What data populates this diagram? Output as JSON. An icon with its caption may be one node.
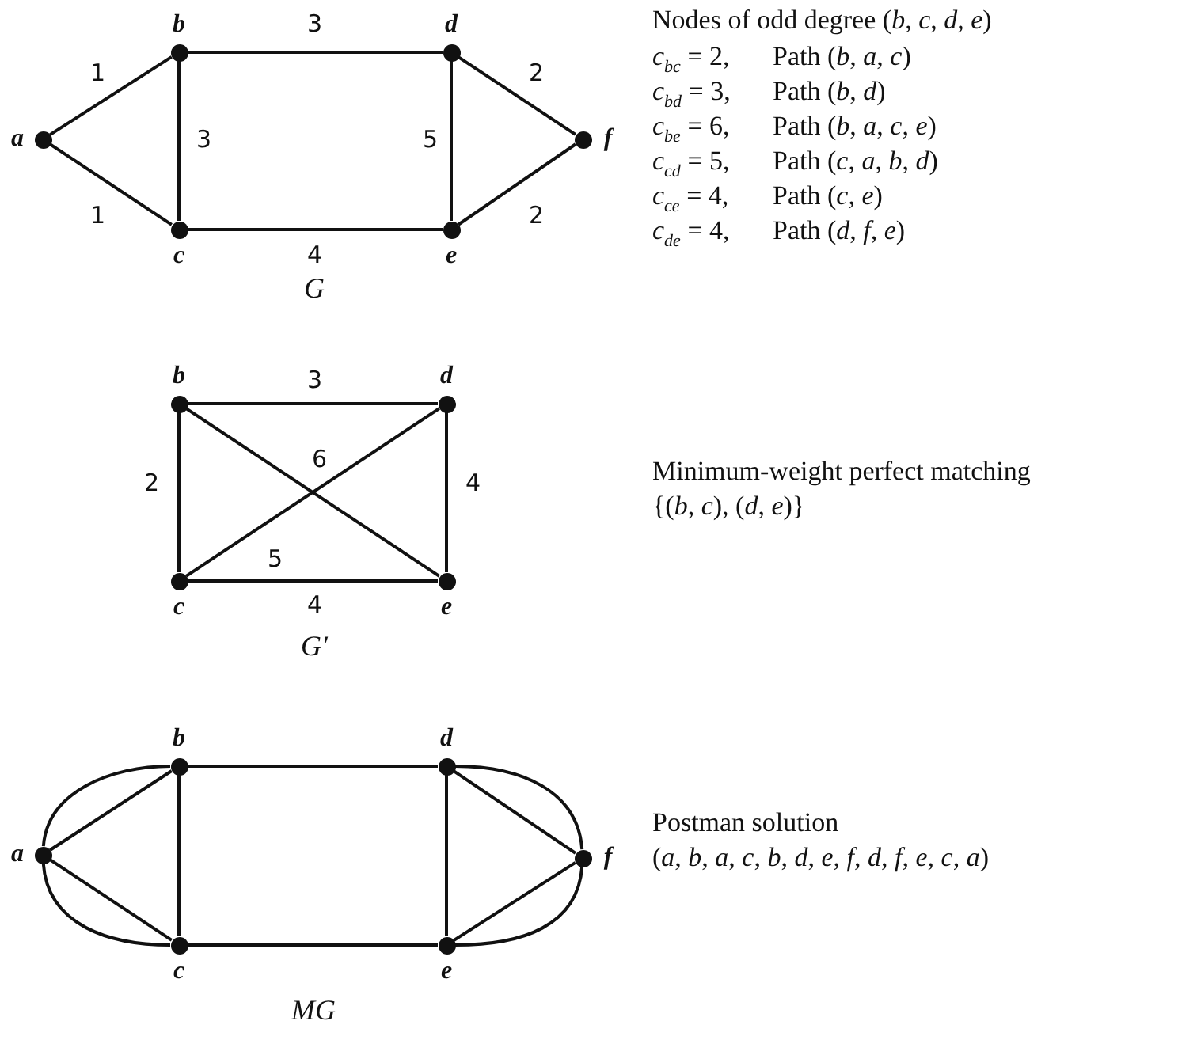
{
  "diagram": {
    "nodes": [
      {
        "text": [
          "a"
        ]
      },
      {
        "text": [
          "b"
        ]
      },
      {
        "text": [
          "c"
        ]
      },
      {
        "text": [
          "d"
        ]
      },
      {
        "text": [
          "e"
        ]
      },
      {
        "text": [
          "f"
        ]
      },
      {
        "text": [
          "b"
        ]
      },
      {
        "text": [
          "c"
        ]
      },
      {
        "text": [
          "d"
        ]
      },
      {
        "text": [
          "e"
        ]
      },
      {
        "text": [
          "a"
        ]
      },
      {
        "text": [
          "b"
        ]
      },
      {
        "text": [
          "c"
        ]
      },
      {
        "text": [
          "d"
        ]
      },
      {
        "text": [
          "e"
        ]
      },
      {
        "text": [
          "f"
        ]
      }
    ],
    "edges": [
      {
        "from": 0,
        "to": 1,
        "arrow": "none",
        "label": "1"
      },
      {
        "from": 0,
        "to": 2,
        "arrow": "none",
        "label": "1"
      },
      {
        "from": 1,
        "to": 3,
        "arrow": "none",
        "label": "3"
      },
      {
        "from": 1,
        "to": 2,
        "arrow": "none",
        "label": "3"
      },
      {
        "from": 3,
        "to": 4,
        "arrow": "none",
        "label": "5"
      },
      {
        "from": 2,
        "to": 4,
        "arrow": "none",
        "label": "4"
      },
      {
        "from": 3,
        "to": 5,
        "arrow": "none",
        "label": "2"
      },
      {
        "from": 4,
        "to": 5,
        "arrow": "none",
        "label": "2"
      },
      {
        "from": 6,
        "to": 8,
        "arrow": "none",
        "label": "3"
      },
      {
        "from": 6,
        "to": 7,
        "arrow": "none",
        "label": "2"
      },
      {
        "from": 8,
        "to": 9,
        "arrow": "none",
        "label": "4"
      },
      {
        "from": 7,
        "to": 9,
        "arrow": "none",
        "label": "4"
      },
      {
        "from": 6,
        "to": 9,
        "arrow": "none",
        "label": "6"
      },
      {
        "from": 7,
        "to": 8,
        "arrow": "none",
        "label": "5"
      },
      {
        "from": 10,
        "to": 11,
        "arrow": "none"
      },
      {
        "from": 10,
        "to": 11,
        "arrow": "none"
      },
      {
        "from": 10,
        "to": 12,
        "arrow": "none"
      },
      {
        "from": 10,
        "to": 12,
        "arrow": "none"
      },
      {
        "from": 11,
        "to": 13,
        "arrow": "none"
      },
      {
        "from": 11,
        "to": 12,
        "arrow": "none"
      },
      {
        "from": 13,
        "to": 14,
        "arrow": "none"
      },
      {
        "from": 12,
        "to": 14,
        "arrow": "none"
      },
      {
        "from": 13,
        "to": 15,
        "arrow": "none"
      },
      {
        "from": 13,
        "to": 15,
        "arrow": "none"
      },
      {
        "from": 14,
        "to": 15,
        "arrow": "none"
      },
      {
        "from": 14,
        "to": 15,
        "arrow": "none"
      }
    ],
    "labels": [
      "Nodes of odd degree (*b*, *c*, *d*, *e*)",
      "*c*$_{bc}$ = 2,",
      "Path (*b*, *a*, *c*)",
      "*c*$_{bd}$ = 3,",
      "Path (*b*, *d*)",
      "*c*$_{be}$ = 6,",
      "Path (*b*, *a*, *c*, *e*)",
      "*c*$_{cd}$ = 5,",
      "Path (*c*, *a*, *b*, *d*)",
      "*c*$_{ce}$ = 4,",
      "Path (*c*, *e*)",
      "*c*$_{de}$ = 4,",
      "Path (*d*, *f*, *e*)",
      "G",
      "Minimum-weight perfect matching",
      "{(*b*, *c*), (*d*, *e*)}",
      "G′",
      "Postman solution",
      "(*a*, *b*, *a*, *c*, *b*, *d*, *e*, *f*, *d*, *f*, *e*, *c*, *a*)",
      "MG"
    ]
  }
}
